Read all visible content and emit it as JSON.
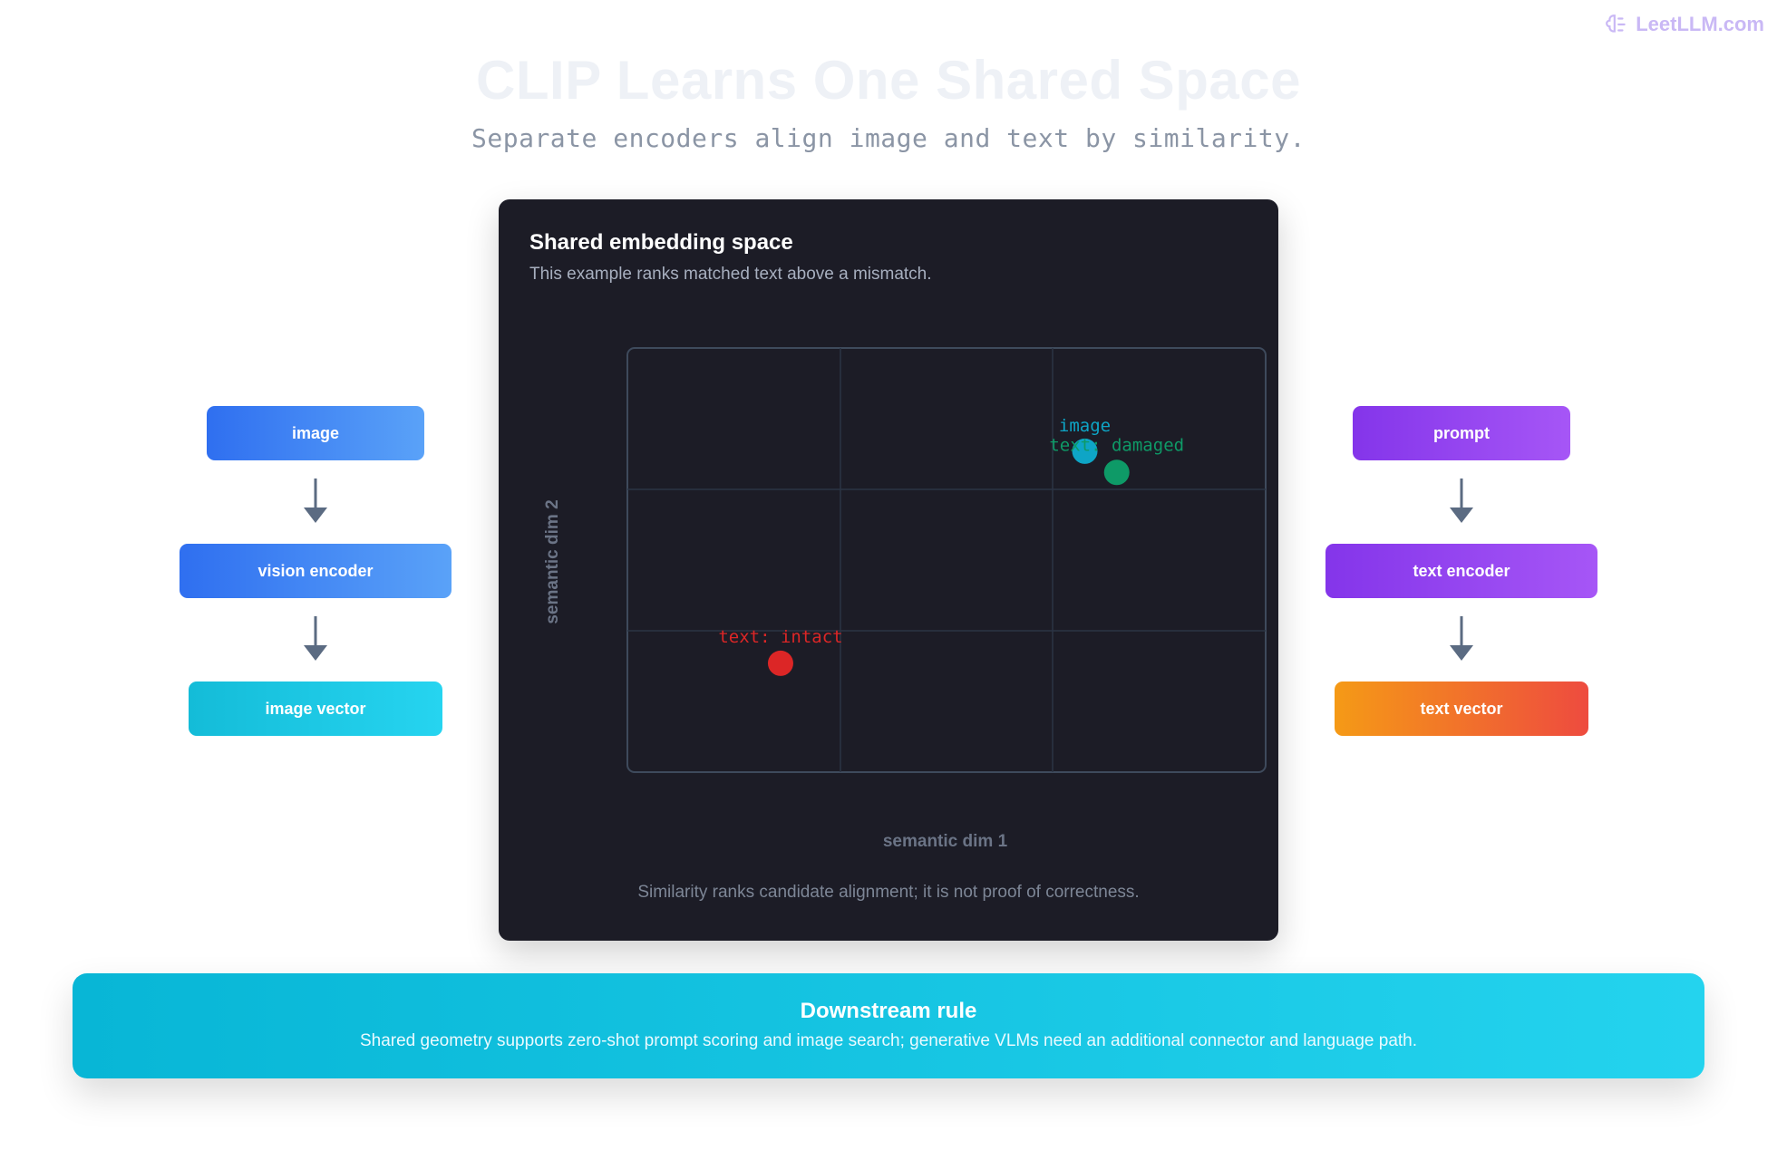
{
  "brand": {
    "label": "LeetLLM.com",
    "icon": "brain-icon"
  },
  "header": {
    "title": "CLIP Learns One Shared Space",
    "subtitle": "Separate encoders align image and text by similarity."
  },
  "image_flow": {
    "input": "image",
    "encoder": "vision encoder",
    "output": "image vector"
  },
  "text_flow": {
    "input": "prompt",
    "encoder": "text encoder",
    "output": "text vector"
  },
  "panel": {
    "title": "Shared embedding space",
    "subtitle": "This example ranks matched text above a mismatch.",
    "caption": "Similarity ranks candidate alignment; it is not proof of correctness."
  },
  "chart_data": {
    "type": "scatter",
    "xlabel": "semantic dim 1",
    "ylabel": "semantic dim 2",
    "xlim": [
      0,
      3
    ],
    "ylim": [
      0,
      3
    ],
    "grid": true,
    "points": [
      {
        "label": "image",
        "x": 2.15,
        "y": 2.27,
        "color": "#0ea5c6"
      },
      {
        "label": "text: damaged",
        "x": 2.3,
        "y": 2.12,
        "color": "#0e9a67"
      },
      {
        "label": "text: intact",
        "x": 0.72,
        "y": 0.77,
        "color": "#dc2626"
      }
    ]
  },
  "downstream": {
    "title": "Downstream rule",
    "text": "Shared geometry supports zero-shot prompt scoring and image search; generative VLMs need an additional connector and language path."
  },
  "colors": {
    "background": "#ffffff",
    "panel": "#1c1c26",
    "arrow": "#5b6b82"
  }
}
